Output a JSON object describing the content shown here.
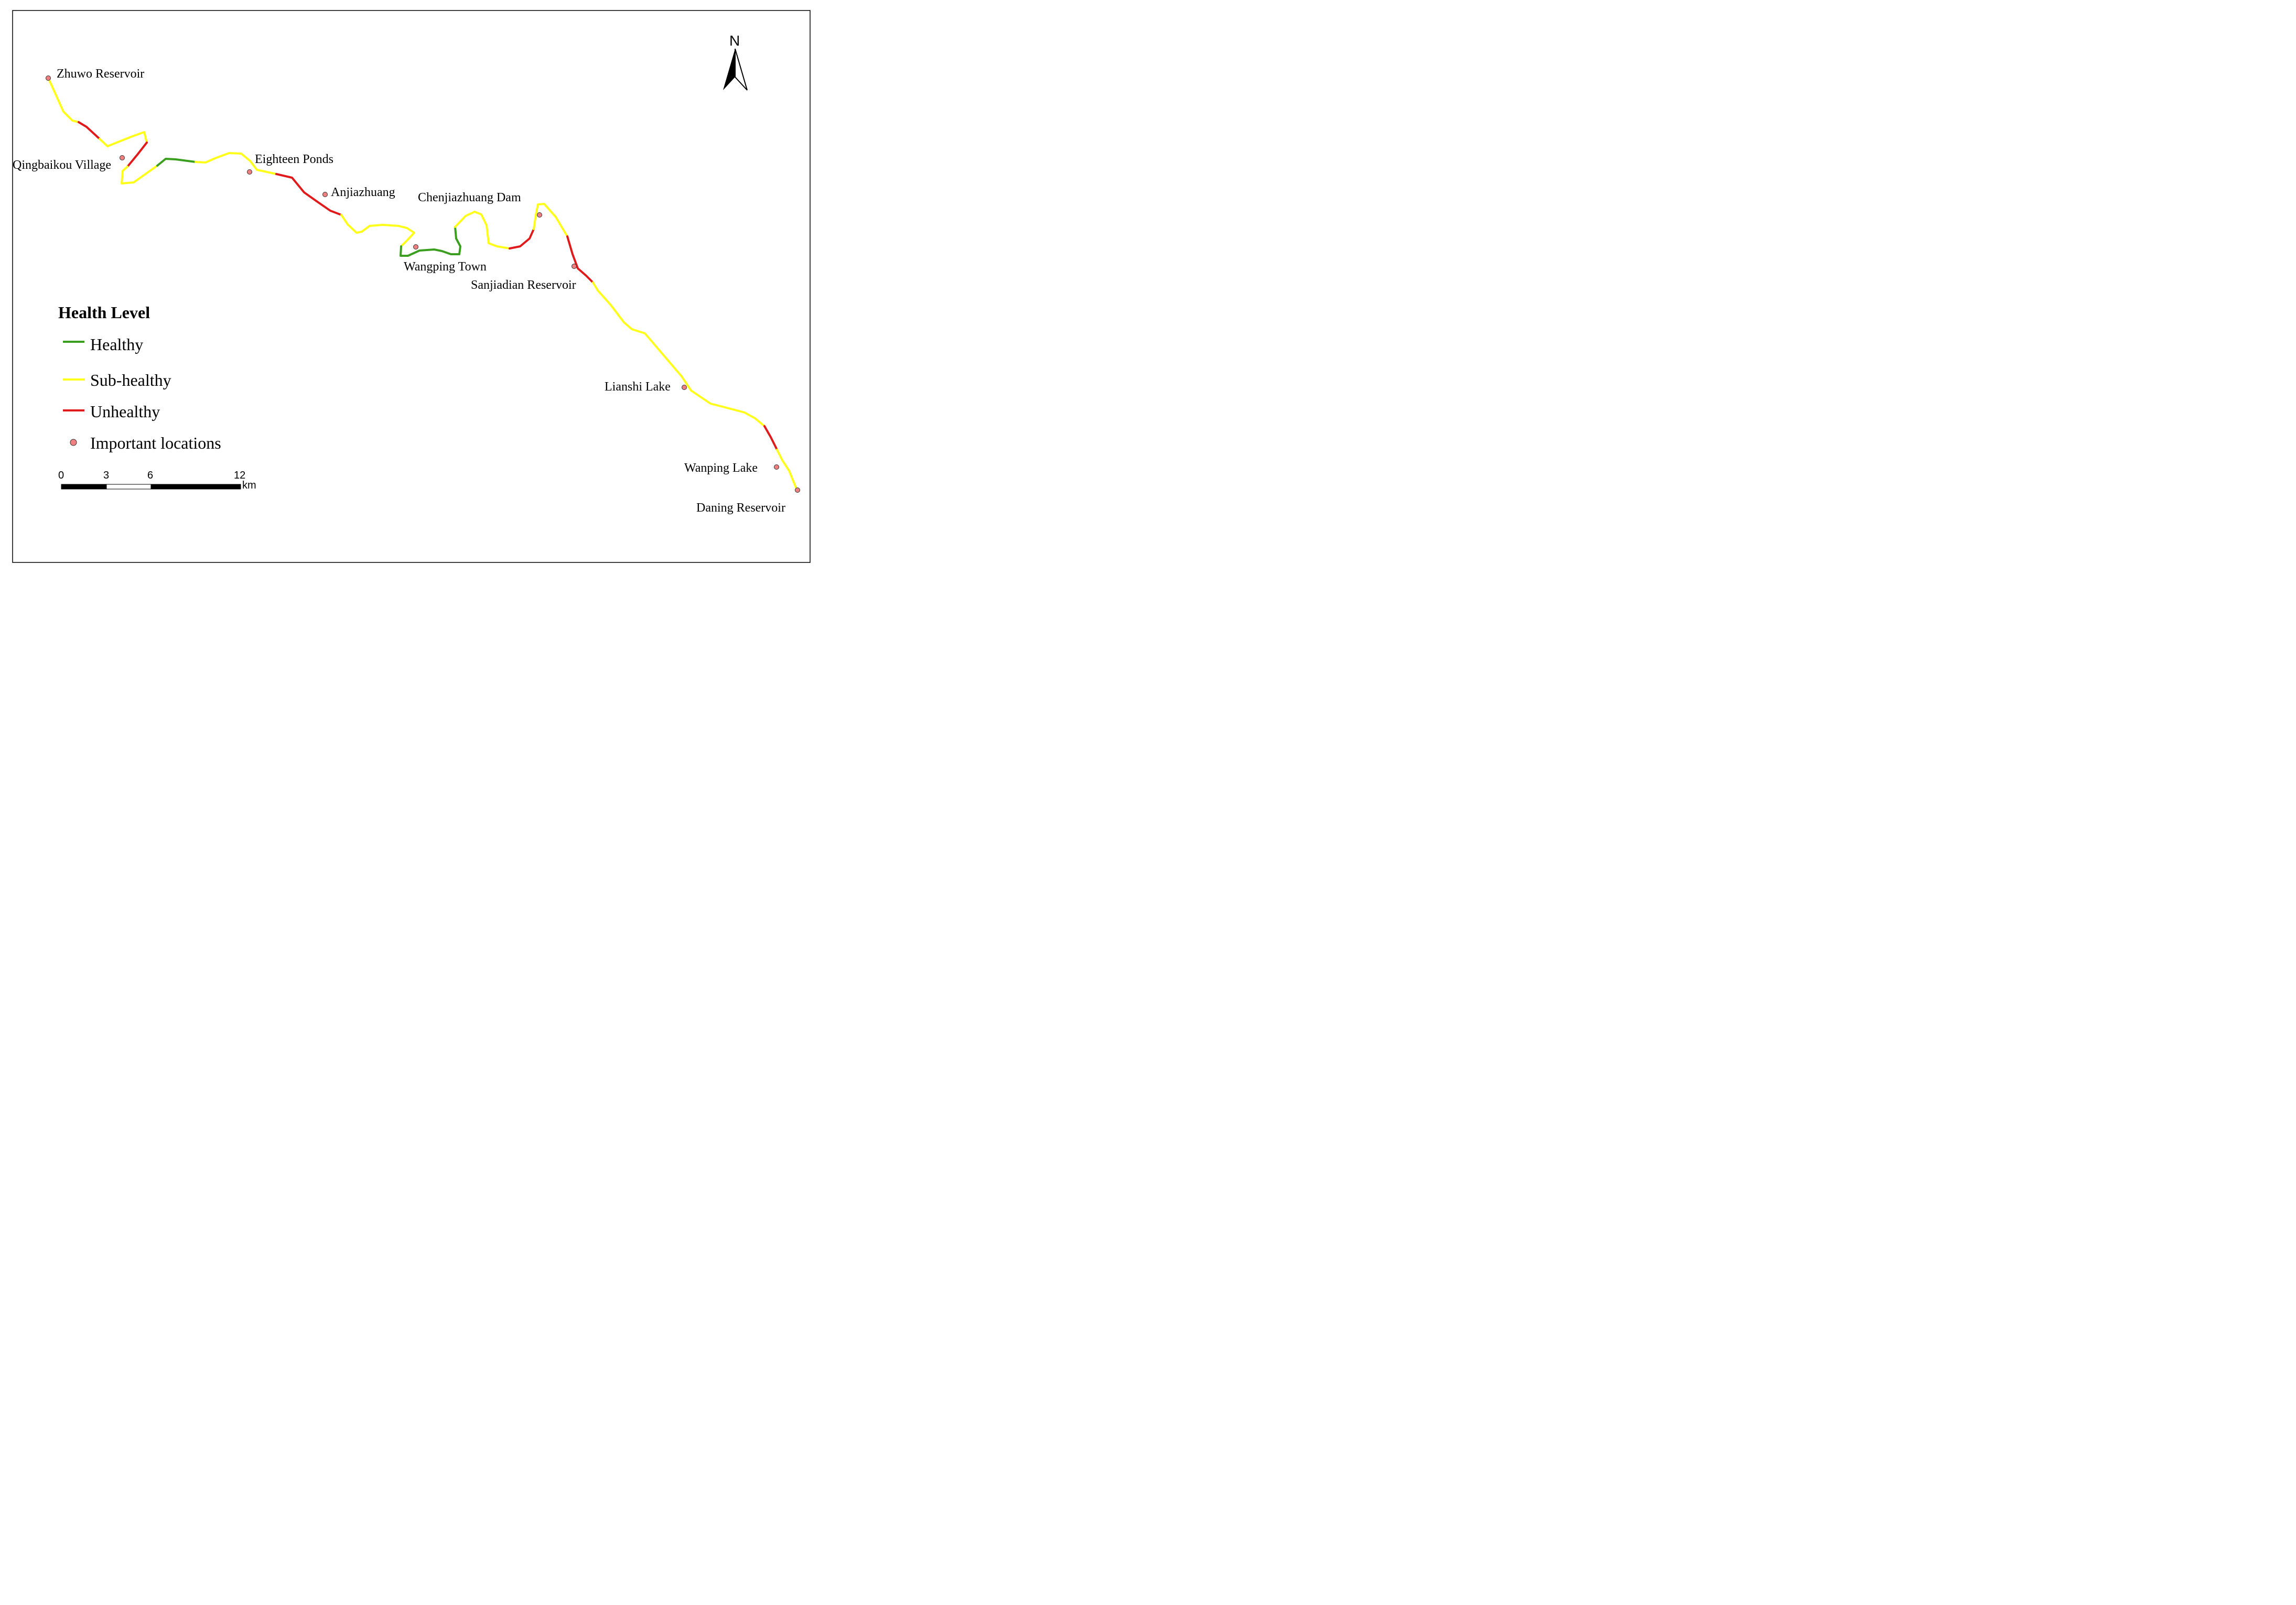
{
  "colors": {
    "healthy": "#3a9e1e",
    "sub_healthy": "#ffff1a",
    "unhealthy": "#e01a1a",
    "location_fill": "#f08080",
    "location_stroke": "#333333"
  },
  "north_arrow": {
    "label": "N"
  },
  "legend": {
    "title": "Health Level",
    "items": [
      {
        "key": "healthy",
        "label": "Healthy",
        "symbol": "line"
      },
      {
        "key": "sub_healthy",
        "label": "Sub-healthy",
        "symbol": "line"
      },
      {
        "key": "unhealthy",
        "label": "Unhealthy",
        "symbol": "line"
      },
      {
        "key": "locations",
        "label": "Important locations",
        "symbol": "point"
      }
    ]
  },
  "scale_bar": {
    "ticks": [
      "0",
      "3",
      "6",
      "12"
    ],
    "unit": "km"
  },
  "locations": [
    "Zhuwo Reservoir",
    "Qingbaikou Village",
    "Eighteen Ponds",
    "Anjiazhuang",
    "Chenjiazhuang Dam",
    "Wangping Town",
    "Sanjiadian Reservoir",
    "Lianshi Lake",
    "Wanping Lake",
    "Daning Reservoir"
  ],
  "river_segments": [
    {
      "level": "sub_healthy"
    },
    {
      "level": "unhealthy"
    },
    {
      "level": "sub_healthy"
    },
    {
      "level": "unhealthy"
    },
    {
      "level": "sub_healthy"
    },
    {
      "level": "healthy"
    },
    {
      "level": "sub_healthy"
    },
    {
      "level": "unhealthy"
    },
    {
      "level": "sub_healthy"
    },
    {
      "level": "healthy"
    },
    {
      "level": "sub_healthy"
    },
    {
      "level": "unhealthy"
    },
    {
      "level": "sub_healthy"
    },
    {
      "level": "unhealthy"
    },
    {
      "level": "sub_healthy"
    },
    {
      "level": "unhealthy"
    },
    {
      "level": "sub_healthy"
    }
  ]
}
